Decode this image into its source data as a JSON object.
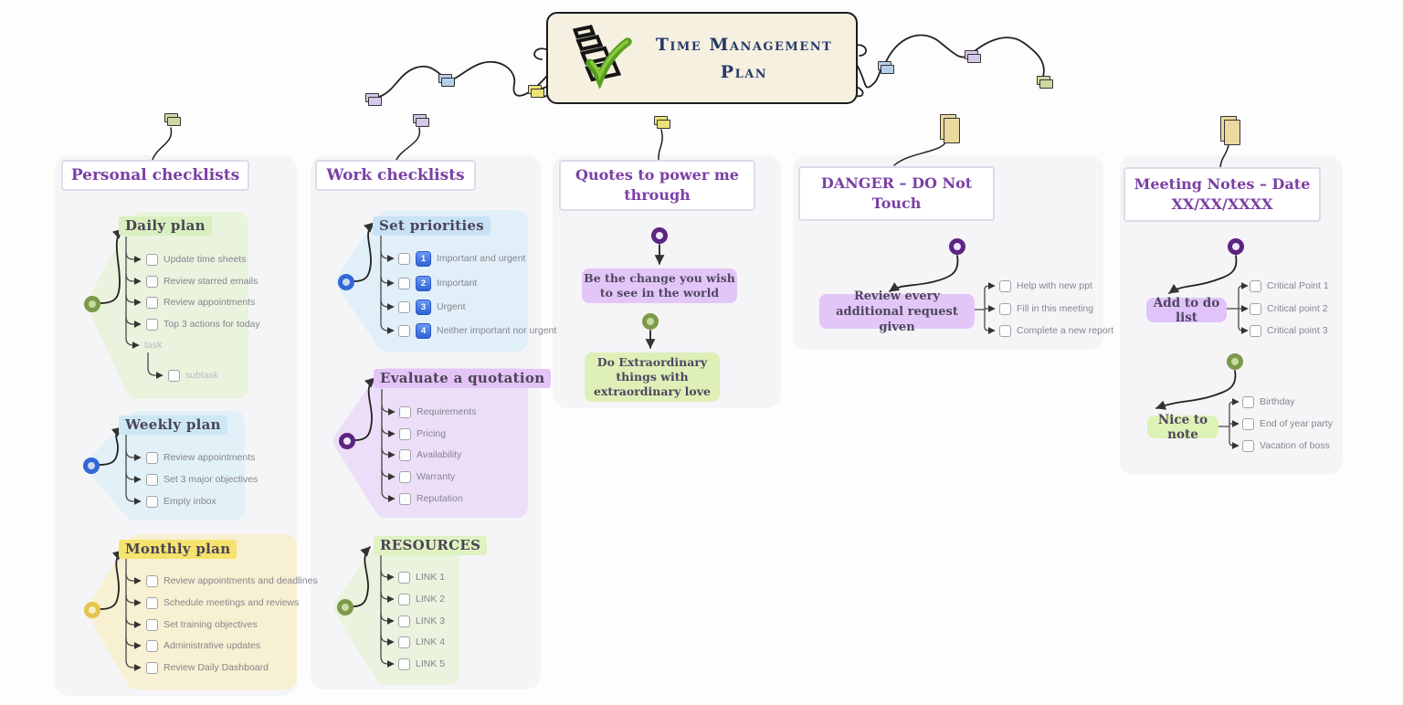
{
  "palette": {
    "central_bg": "#f6f0e1",
    "header_purple": "#7b3fa5",
    "column_bg": "#f5f5f7",
    "green_blob": "#e9f3de",
    "blue_blob": "#e2f0f7",
    "yellow_blob": "#f8f0d2",
    "purple_blob": "#ecdef8",
    "badge_blue": "#2e62d9",
    "quote_purple": "#e3c6f8",
    "quote_green": "#def0b7",
    "highlight_yellow": "#f6e36e",
    "wire": "#222222"
  },
  "central": {
    "title_line1": "Time Management",
    "title_line2": "Plan"
  },
  "columns": [
    {
      "header": "Personal checklists",
      "groups": [
        {
          "title": "Daily plan",
          "items": [
            "Update time sheets",
            "Review starred emails",
            "Review appointments",
            "Top 3 actions for today"
          ],
          "placeholder_item": "task",
          "placeholder_subitem": "subtask"
        },
        {
          "title": "Weekly plan",
          "items": [
            "Review appointments",
            "Set 3 major objectives",
            "Empty inbox"
          ]
        },
        {
          "title": "Monthly plan",
          "items": [
            "Review appointments and deadlines",
            "Schedule meetings and reviews",
            "Set training objectives",
            "Administrative updates",
            "Review Daily Dashboard"
          ]
        }
      ]
    },
    {
      "header": "Work checklists",
      "groups": [
        {
          "title": "Set priorities",
          "items": [
            {
              "badge": "1",
              "label": "Important and urgent"
            },
            {
              "badge": "2",
              "label": "Important"
            },
            {
              "badge": "3",
              "label": "Urgent"
            },
            {
              "badge": "4",
              "label": "Neither important nor urgent"
            }
          ]
        },
        {
          "title": "Evaluate a quotation",
          "items": [
            "Requirements",
            "Pricing",
            "Availability",
            "Warranty",
            "Reputation"
          ]
        },
        {
          "title": "RESOURCES",
          "items": [
            "LINK 1",
            "LINK 2",
            "LINK 3",
            "LINK 4",
            "LINK 5"
          ]
        }
      ]
    },
    {
      "header": "Quotes to power me through",
      "quotes": [
        "Be the change you wish to see in the world",
        "Do Extraordinary things with extraordinary love"
      ]
    },
    {
      "header": "DANGER – DO Not Touch",
      "topic": {
        "label": "Review every additional request given",
        "items": [
          "Help with new ppt",
          "Fill in this meeting",
          "Complete a new report"
        ]
      }
    },
    {
      "header": "Meeting Notes – Date XX/XX/XXXX",
      "topics": [
        {
          "label": "Add to do list",
          "items": [
            "Critical Point 1",
            "Critical point 2",
            "Critical point 3"
          ]
        },
        {
          "label": "Nice to note",
          "items": [
            "Birthday",
            "End of year party",
            "Vacation of boss"
          ]
        }
      ]
    }
  ]
}
